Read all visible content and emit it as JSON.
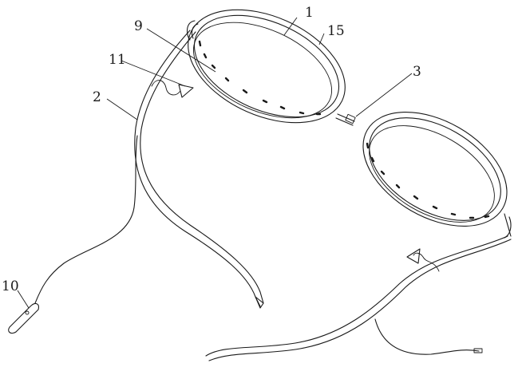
{
  "labels": {
    "frame": "1",
    "cable": "2",
    "connector": "3",
    "led_strip": "9",
    "plug": "10",
    "branch_wire": "11",
    "lens_edge": "15"
  }
}
